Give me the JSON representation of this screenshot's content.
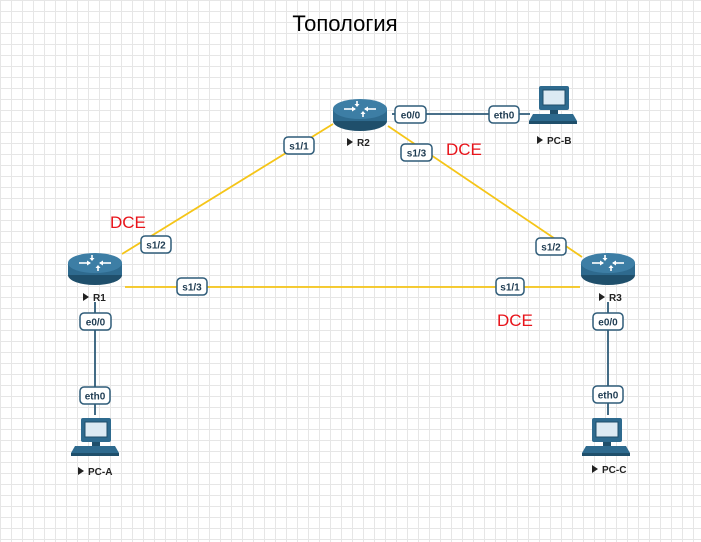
{
  "title": "Топология",
  "colors": {
    "serial_link": "#f5c518",
    "ethernet_link": "#2f5c79",
    "dce_text": "#e8141b",
    "router_body": "#2e6a8e",
    "pc_body": "#2e6a8e"
  },
  "dce_labels": [
    "DCE",
    "DCE",
    "DCE"
  ],
  "nodes": {
    "r1": {
      "label": "R1",
      "icon": "router-icon"
    },
    "r2": {
      "label": "R2",
      "icon": "router-icon"
    },
    "r3": {
      "label": "R3",
      "icon": "router-icon"
    },
    "pca": {
      "label": "PC-A",
      "icon": "pc-icon"
    },
    "pcb": {
      "label": "PC-B",
      "icon": "pc-icon"
    },
    "pcc": {
      "label": "PC-C",
      "icon": "pc-icon"
    }
  },
  "ports": {
    "r1_s12": "s1/2",
    "r1_s13": "s1/3",
    "r1_e00": "e0/0",
    "r2_s11": "s1/1",
    "r2_s13": "s1/3",
    "r2_e00": "e0/0",
    "r3_s12": "s1/2",
    "r3_s11": "s1/1",
    "r3_e00": "e0/0",
    "pca_eth0": "eth0",
    "pcb_eth0": "eth0",
    "pcc_eth0": "eth0"
  }
}
